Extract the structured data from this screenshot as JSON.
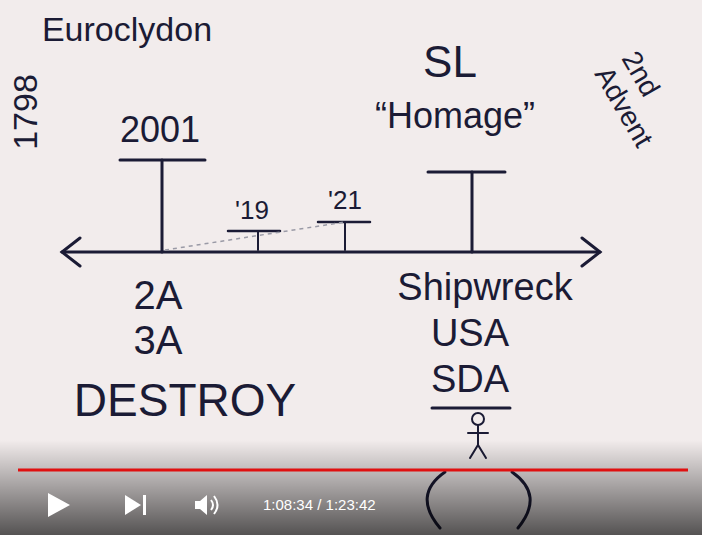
{
  "diagram": {
    "labels": [
      "Euroclydon",
      "2001",
      "SL",
      "“Homage”",
      "1798",
      "'19",
      "'21",
      "2nd Advent",
      "2A",
      "3A",
      "DESTROY",
      "Shipwreck",
      "USA",
      "SDA",
      "1:08:34 / 1:23:42"
    ]
  }
}
